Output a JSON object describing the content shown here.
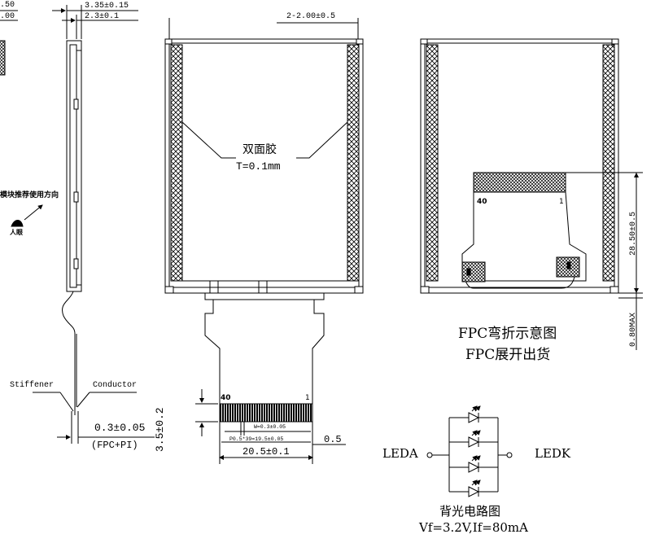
{
  "side_view": {
    "dim_left_top": ".50",
    "dim_left_bottom": ".00",
    "dim_total_thickness": "3.35±0.15",
    "dim_module_thickness": "2.3±0.1",
    "viewing_note": "模块推荐使用方向",
    "eye_label": "人眼",
    "stiffener_label": "Stiffener",
    "conductor_label": "Conductor",
    "fpc_thickness": "0.3±0.05",
    "fpc_material": "(FPC+PI)"
  },
  "front_view": {
    "tape_gap_dim": "2-2.00±0.5",
    "tape_label": "双面胶",
    "tape_thickness": "T=0.1mm",
    "pin_left": "40",
    "pin_right": "1",
    "pad_width_note": "W=0.3±0.05",
    "pad_pitch_note": "P0.5*39=19.5±0.05",
    "fpc_width": "20.5±0.1",
    "fpc_edge_offset": "0.5",
    "stiffener_height": "3.5±0.2"
  },
  "back_view": {
    "pin_left": "40",
    "pin_right": "1",
    "bend_dim": "28.50±0.5",
    "max_thickness": "0.80MAX",
    "caption_line1": "FPC弯折示意图",
    "caption_line2": "FPC展开出货"
  },
  "backlight": {
    "anode_label": "LEDA",
    "cathode_label": "LEDK",
    "led_count": 4,
    "title": "背光电路图",
    "spec": "Vf=3.2V,If=80mA"
  }
}
